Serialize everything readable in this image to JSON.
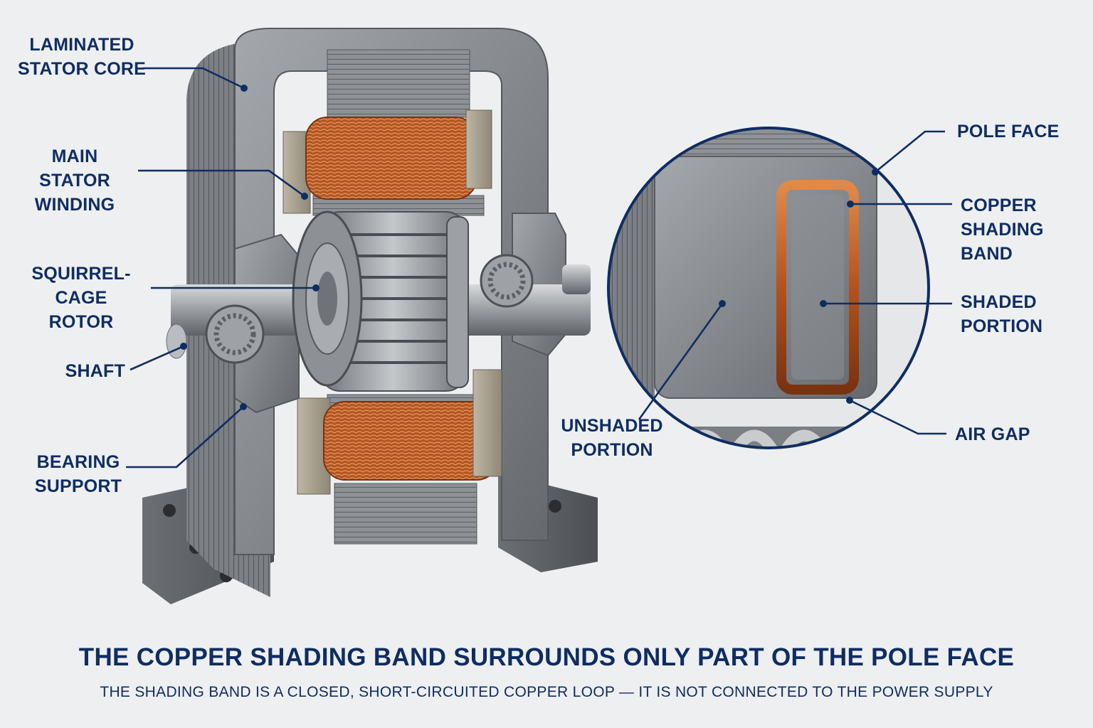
{
  "labels": {
    "laminated_stator_core": "LAMINATED\nSTATOR CORE",
    "main_stator_winding": "MAIN STATOR\nWINDING",
    "squirrel_cage_rotor": "SQUIRREL-CAGE\nROTOR",
    "shaft": "SHAFT",
    "bearing_support": "BEARING\nSUPPORT",
    "pole_face": "POLE FACE",
    "copper_shading_band": "COPPER\nSHADING BAND",
    "shaded_portion": "SHADED\nPORTION",
    "unshaded_portion": "UNSHADED\nPORTION",
    "air_gap": "AIR GAP"
  },
  "caption": {
    "title": "THE COPPER SHADING BAND SURROUNDS ONLY PART OF THE POLE FACE",
    "subtitle": "THE SHADING BAND IS A CLOSED, SHORT-CIRCUITED COPPER LOOP — IT IS NOT CONNECTED TO THE POWER SUPPLY"
  },
  "colors": {
    "label_text": "#0f2d63",
    "steel": "#8a8d92",
    "copper": "#c0622a",
    "background": "#eeeff0"
  }
}
